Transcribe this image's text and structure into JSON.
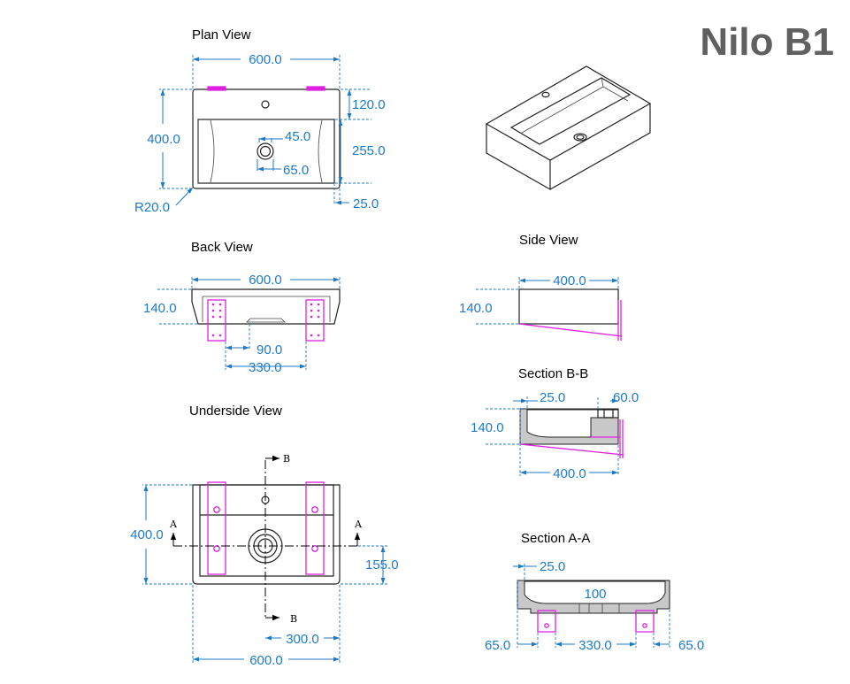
{
  "product": {
    "name": "Nilo B1"
  },
  "views": {
    "plan": "Plan View",
    "back": "Back View",
    "side": "Side View",
    "underside": "Underside View",
    "section_bb": "Section B-B",
    "section_aa": "Section A-A"
  },
  "plan_dims": {
    "width": "600.0",
    "depth": "400.0",
    "top": "120.0",
    "bowl": "255.0",
    "front": "25.0",
    "drain_in": "45.0",
    "drain_out": "65.0",
    "radius": "R20.0"
  },
  "back_dims": {
    "width": "600.0",
    "height": "140.0",
    "drain": "90.0",
    "brackets": "330.0"
  },
  "side_dims": {
    "depth": "400.0",
    "height": "140.0"
  },
  "section_bb_dims": {
    "wall": "25.0",
    "back": "60.0",
    "height": "140.0",
    "depth": "400.0"
  },
  "underside_dims": {
    "depth": "400.0",
    "drain": "155.0",
    "center": "300.0",
    "width": "600.0"
  },
  "section_aa_dims": {
    "wall": "25.0",
    "radius": "100",
    "left": "65.0",
    "brackets": "330.0",
    "right": "65.0"
  },
  "section_marks": {
    "a": "A",
    "b": "B"
  }
}
